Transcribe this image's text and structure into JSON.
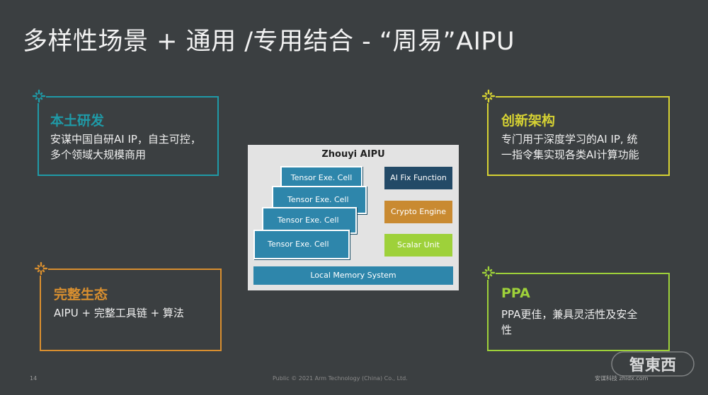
{
  "slide": {
    "title": "多样性场景 + 通用 /专用结合 - “周易”AIPU",
    "page_number": "14",
    "footer": "Public © 2021 Arm Technology (China) Co., Ltd."
  },
  "cards": [
    {
      "title": "本土研发",
      "lines": [
        "安谋中国自研AI IP，自主可控，",
        "多个领域大规模商用"
      ],
      "color": "#1f9aa7"
    },
    {
      "title": "创新架构",
      "lines": [
        "专门用于深度学习的AI IP, 统",
        "一指令集实现各类AI计算功能"
      ],
      "color": "#d6d233"
    },
    {
      "title": "完整生态",
      "lines": [
        "AIPU + 完整工具链 + 算法"
      ],
      "color": "#d98f2f"
    },
    {
      "title": "PPA",
      "lines": [
        "PPA更佳，兼具灵活性及安全",
        "性"
      ],
      "color": "#9ed13a"
    }
  ],
  "diagram": {
    "title": "Zhouyi AIPU",
    "tensor_cells": [
      "Tensor Exe. Cell",
      "Tensor Exe. Cell",
      "Tensor Exe. Cell",
      "Tensor Exe. Cell"
    ],
    "fix_function": "AI Fix Function",
    "crypto": "Crypto Engine",
    "scalar": "Scalar Unit",
    "memory": "Local Memory System"
  },
  "watermark": {
    "logo": "智東西",
    "text": "安谋科技 zhidx.com"
  }
}
